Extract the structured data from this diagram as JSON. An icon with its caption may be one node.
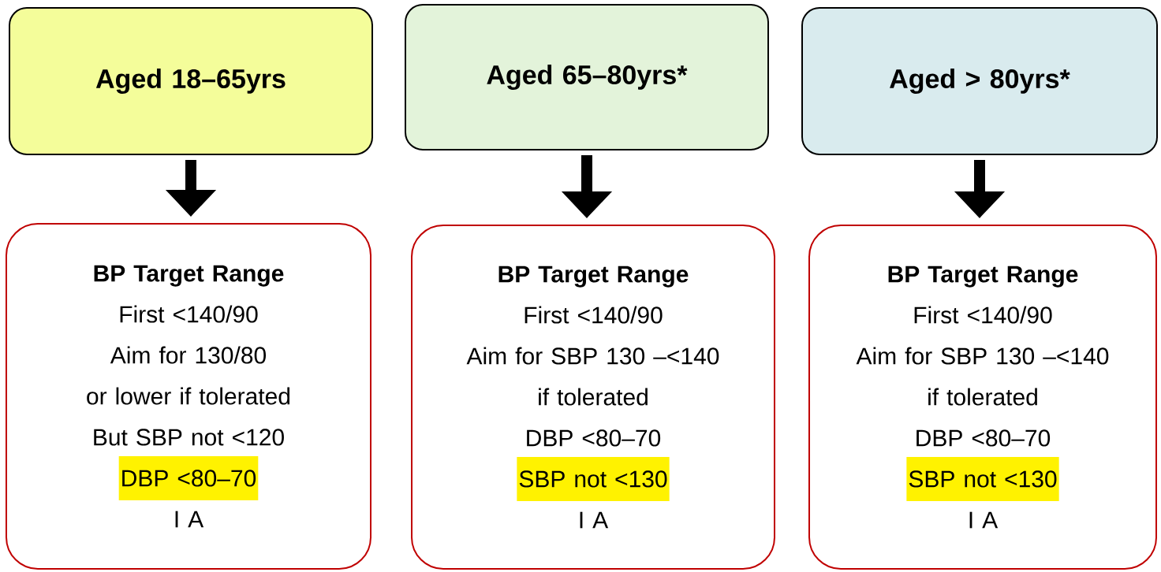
{
  "diagram": {
    "nodes": [
      {
        "text": [
          "Aged 18–65yrs"
        ]
      },
      {
        "text": [
          "Aged 65–80yrs*"
        ]
      },
      {
        "text": [
          "Aged > 80yrs*"
        ]
      },
      {
        "text": [
          "BP Target Range",
          "First <140/90",
          "Aim for 130/80",
          "or lower if tolerated",
          "But SBP not <120",
          "DBP <80–70",
          "I A"
        ]
      },
      {
        "text": [
          "BP Target Range",
          "First <140/90",
          "Aim for SBP 130 –<140",
          "if tolerated",
          "DBP <80–70",
          "SBP not <130",
          "I A"
        ]
      },
      {
        "text": [
          "BP Target Range",
          "First <140/90",
          "Aim for SBP 130 –<140",
          "if tolerated",
          "DBP <80–70",
          "SBP not <130",
          "I A"
        ]
      }
    ],
    "edges": [
      {
        "from": 0,
        "to": 3,
        "arrow": "to"
      },
      {
        "from": 1,
        "to": 4,
        "arrow": "to"
      },
      {
        "from": 2,
        "to": 5,
        "arrow": "to"
      }
    ]
  }
}
